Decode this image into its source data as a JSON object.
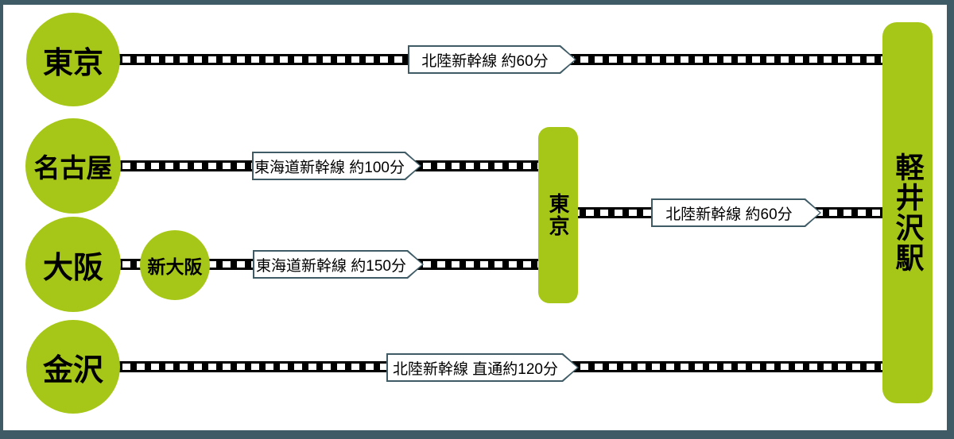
{
  "diagram": {
    "stations": {
      "tokyo": {
        "label": "東京"
      },
      "nagoya": {
        "label": "名古屋"
      },
      "osaka": {
        "label": "大阪"
      },
      "shin_osaka": {
        "label": "新大阪"
      },
      "kanazawa": {
        "label": "金沢"
      },
      "tokyo_hub": {
        "label": "東京"
      },
      "karuizawa": {
        "label": "軽井沢駅"
      }
    },
    "routes": {
      "tokyo_to_karuizawa": {
        "label": "北陸新幹線 約60分"
      },
      "nagoya_to_tokyo": {
        "label": "東海道新幹線 約100分"
      },
      "tokyohub_to_karuizawa": {
        "label": "北陸新幹線 約60分"
      },
      "shinosaka_to_tokyo": {
        "label": "東海道新幹線 約150分"
      },
      "kanazawa_to_karuizawa": {
        "label": "北陸新幹線 直通約120分"
      }
    },
    "colors": {
      "station_green": "#a6c717",
      "frame_teal": "#3f5c66",
      "track_black": "#000000",
      "label_bg": "#ffffff",
      "label_border": "#3f5c66",
      "text_black": "#000000"
    }
  }
}
